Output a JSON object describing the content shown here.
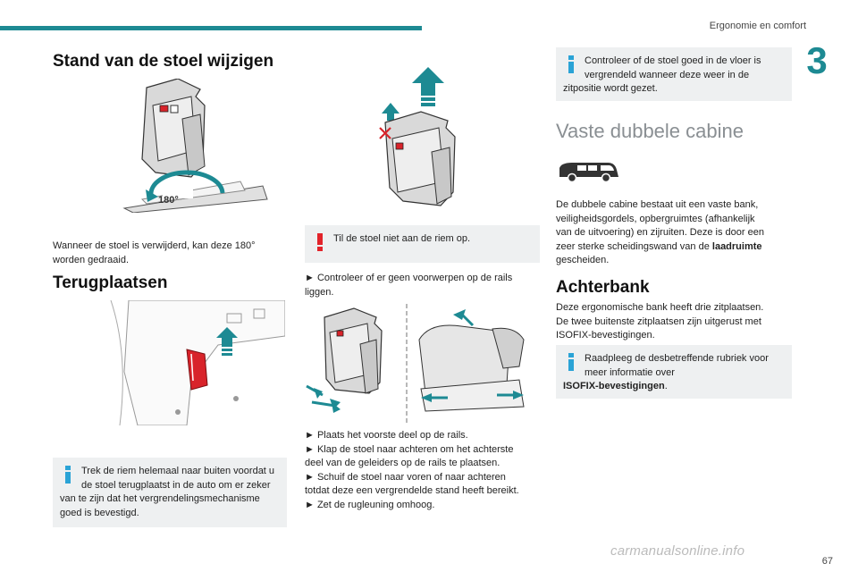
{
  "header": {
    "title": "Ergonomie en comfort",
    "chapter": "3"
  },
  "col1": {
    "heading1": "Stand van de stoel wijzigen",
    "rotate_label": "180°",
    "para1": [
      "Wanneer de stoel is verwijderd, kan deze 180°",
      "worden gedraaid."
    ],
    "heading2": "Terugplaatsen",
    "note": [
      "Trek de riem helemaal naar buiten voordat u",
      "de stoel terugplaatst in de auto om er zeker",
      "van te zijn dat het vergrendelingsmechanisme",
      "goed is bevestigd."
    ]
  },
  "col2": {
    "warning": "Til de stoel niet aan de riem op.",
    "para1": [
      "► Controleer of er geen voorwerpen op de rails",
      "liggen."
    ],
    "steps": [
      "► Plaats het voorste deel op de rails.",
      "► Klap de stoel naar achteren om het achterste",
      "deel van de geleiders op de rails te plaatsen.",
      "► Schuif de stoel naar voren of naar achteren",
      "totdat deze een vergrendelde stand heeft bereikt.",
      "► Zet de rugleuning omhoog."
    ]
  },
  "col3": {
    "note1": [
      "Controleer of de stoel goed in de vloer is",
      "vergrendeld wanneer deze weer in de",
      "zitpositie wordt gezet."
    ],
    "heading1": "Vaste dubbele cabine",
    "para1_lines": [
      "De dubbele cabine bestaat uit een vaste bank,",
      "veiligheidsgordels, opbergruimtes (afhankelijk",
      "van de uitvoering) en zijruiten. Deze is door een"
    ],
    "para1_last_pre": "zeer sterke scheidingswand van de ",
    "para1_bold": "laadruimte",
    "para1_end": "gescheiden.",
    "heading2": "Achterbank",
    "para2": [
      "Deze ergonomische bank heeft drie zitplaatsen.",
      "De twee buitenste zitplaatsen zijn uitgerust met",
      "ISOFIX-bevestigingen."
    ],
    "note2": [
      "Raadpleeg de desbetreffende rubriek voor",
      "meer informatie over"
    ],
    "note2_bold": "ISOFIX-bevestigingen",
    "note2_end": "."
  },
  "footer": {
    "page": "67",
    "watermark": "carmanualsonline.info"
  },
  "colors": {
    "accent": "#1d8a93",
    "note_bg": "#eef0f1",
    "info_icon": "#2aa3d6",
    "warn_icon": "#e2232a",
    "red_part": "#d8232a"
  }
}
